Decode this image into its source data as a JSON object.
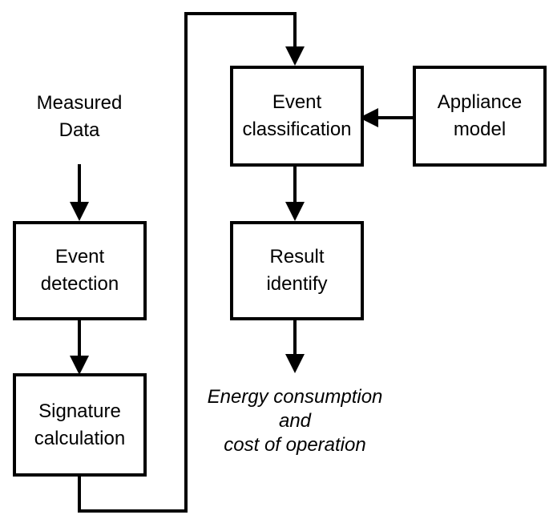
{
  "input_label": [
    "Measured",
    "Data"
  ],
  "nodes": {
    "event_detection": [
      "Event",
      "detection"
    ],
    "signature_calculation": [
      "Signature",
      "calculation"
    ],
    "event_classification": [
      "Event",
      "classification"
    ],
    "appliance_model": [
      "Appliance",
      "model"
    ],
    "result_identify": [
      "Result",
      "identify"
    ]
  },
  "output_label": [
    "Energy consumption",
    "and",
    "cost of operation"
  ],
  "colors": {
    "stroke": "#000000",
    "background": "#ffffff"
  }
}
